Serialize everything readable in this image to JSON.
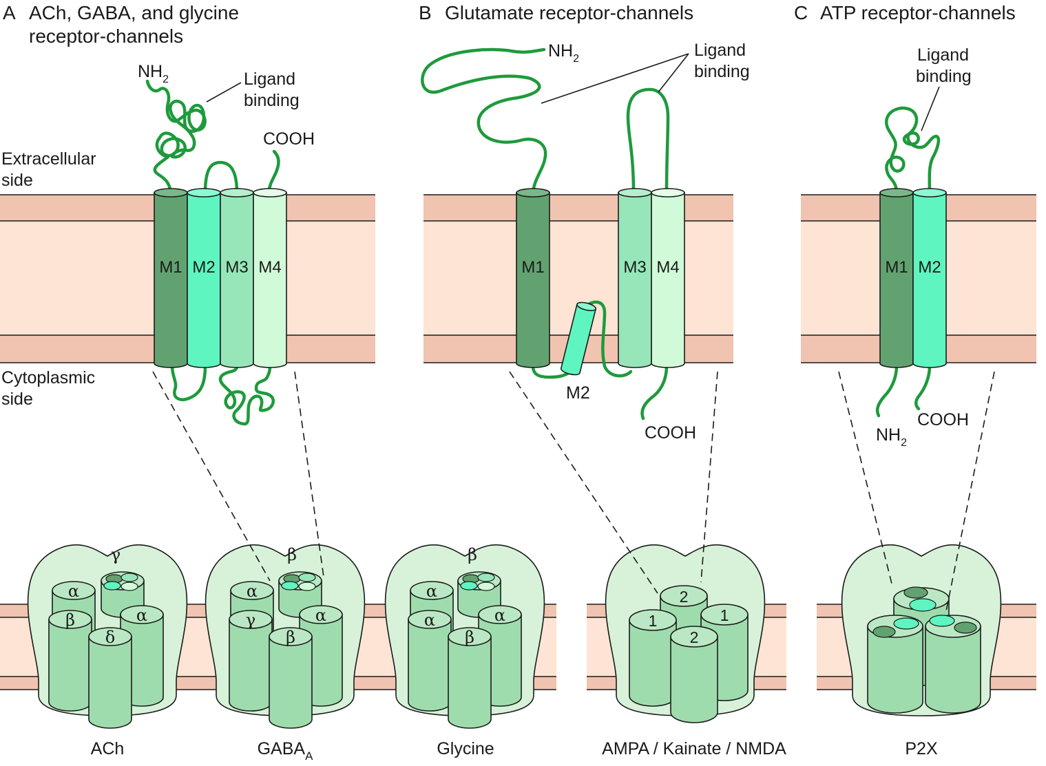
{
  "panels": {
    "a": {
      "letter": "A",
      "title_line1": "ACh, GABA, and glycine",
      "title_line2": "receptor-channels",
      "helices": [
        "M1",
        "M2",
        "M3",
        "M4"
      ],
      "nh2_base": "NH",
      "nh2_sub": "2",
      "ligand_line1": "Ligand",
      "ligand_line2": "binding",
      "cooh": "COOH",
      "extracellular_line1": "Extracellular",
      "extracellular_line2": "side",
      "cytoplasmic_line1": "Cytoplasmic",
      "cytoplasmic_line2": "side"
    },
    "b": {
      "letter": "B",
      "title": "Glutamate receptor-channels",
      "nh2_base": "NH",
      "nh2_sub": "2",
      "ligand_line1": "Ligand",
      "ligand_line2": "binding",
      "helix_m1": "M1",
      "helix_m2": "M2",
      "helix_m3": "M3",
      "helix_m4": "M4",
      "cooh": "COOH"
    },
    "c": {
      "letter": "C",
      "title": "ATP receptor-channels",
      "ligand_line1": "Ligand",
      "ligand_line2": "binding",
      "helices": [
        "M1",
        "M2"
      ],
      "nh2_base": "NH",
      "nh2_sub": "2",
      "cooh": "COOH"
    }
  },
  "receptors": {
    "ach": {
      "top": "γ",
      "subunits": [
        "α",
        "α",
        "β",
        "δ"
      ],
      "label": "ACh"
    },
    "gaba": {
      "top": "β",
      "subunits": [
        "α",
        "α",
        "γ",
        "β"
      ],
      "label_base": "GABA",
      "label_sub": "A"
    },
    "glycine": {
      "top": "β",
      "subunits": [
        "α",
        "α",
        "α",
        "β"
      ],
      "label": "Glycine"
    },
    "glutamate": {
      "subunits": [
        "2",
        "1",
        "1",
        "2"
      ],
      "label": "AMPA / Kainate / NMDA"
    },
    "atp": {
      "label": "P2X"
    }
  },
  "colors": {
    "membrane_head": "#f0c4b0",
    "membrane_core": "#fde4d4",
    "m1": "#62a271",
    "m2": "#5ef5c0",
    "m3": "#97e6b9",
    "m4": "#d1fbd8",
    "loop": "#1e9a3c",
    "receptor_body": "#d7f2d9",
    "cylinder": "#9fdcad"
  }
}
